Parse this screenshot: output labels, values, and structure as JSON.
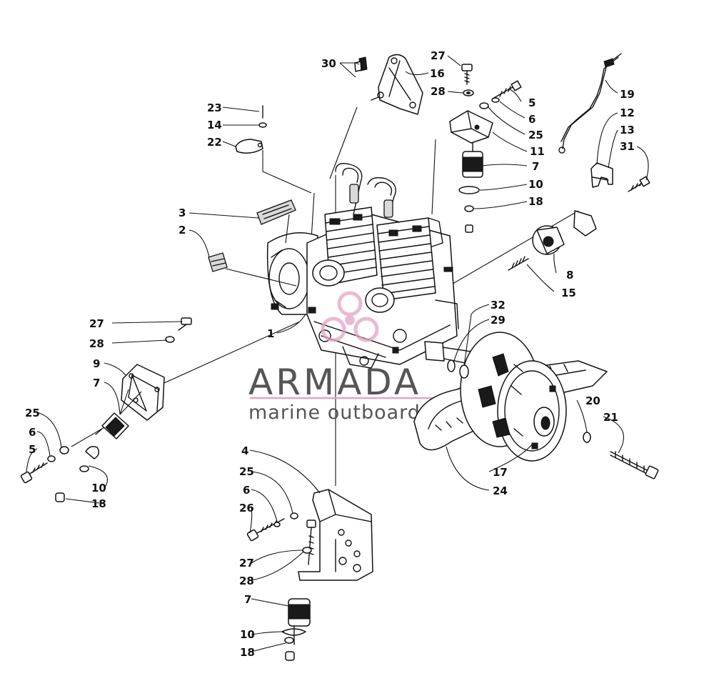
{
  "watermark": {
    "brand": "ARMADA",
    "tagline": "marine outboards",
    "accent_color": "#e3a2c4",
    "text_color": "#555555"
  },
  "callouts": {
    "c30": "30",
    "c16": "16",
    "c27a": "27",
    "c28a": "28",
    "c5a": "5",
    "c6a": "6",
    "c25a": "25",
    "c11": "11",
    "c19": "19",
    "c12": "12",
    "c13": "13",
    "c31": "31",
    "c23": "23",
    "c14": "14",
    "c22": "22",
    "c7a": "7",
    "c10a": "10",
    "c18a": "18",
    "c3": "3",
    "c2": "2",
    "c8": "8",
    "c15": "15",
    "c1": "1",
    "c27b": "27",
    "c28b": "28",
    "c9": "9",
    "c7b": "7",
    "c32": "32",
    "c29": "29",
    "c25b": "25",
    "c6b": "6",
    "c5b": "5",
    "c10b": "10",
    "c18b": "18",
    "c20": "20",
    "c21": "21",
    "c4": "4",
    "c25c": "25",
    "c6c": "6",
    "c26": "26",
    "c17": "17",
    "c24": "24",
    "c27c": "27",
    "c28c": "28",
    "c7c": "7",
    "c10c": "10",
    "c18c": "18"
  }
}
